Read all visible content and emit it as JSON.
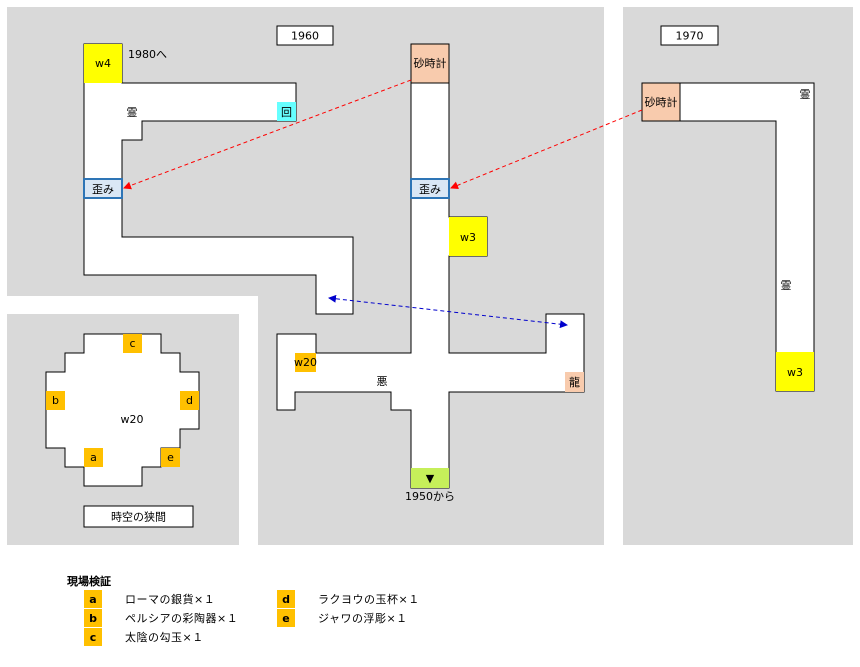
{
  "eras": {
    "era_1960": "1960",
    "era_1970": "1970"
  },
  "labels": {
    "to_1980": "1980へ",
    "from_1950": "1950から",
    "w4": "w4",
    "w3_a": "w3",
    "w3_b": "w3",
    "w20_main": "w20",
    "w20_room": "w20",
    "hourglass_a": "砂時計",
    "hourglass_b": "砂時計",
    "distortion_a": "歪み",
    "distortion_b": "歪み",
    "spirit_a": "霊",
    "spirit_b": "霊",
    "spirit_c": "霊",
    "rotate": "回",
    "evil": "悪",
    "dragon": "龍",
    "arrow_down": "▼",
    "room_title": "時空の狭間",
    "room_c": "c",
    "room_b": "b",
    "room_d": "d",
    "room_a": "a",
    "room_e": "e"
  },
  "legend": {
    "title": "現場検証",
    "items": [
      {
        "key": "a",
        "text": "ローマの銀貨×１"
      },
      {
        "key": "b",
        "text": "ペルシアの彩陶器×１"
      },
      {
        "key": "c",
        "text": "太陰の勾玉×１"
      },
      {
        "key": "d",
        "text": "ラクヨウの玉杯×１"
      },
      {
        "key": "e",
        "text": "ジャワの浮彫×１"
      }
    ]
  },
  "colors": {
    "background_panel": "#d9d9d9",
    "corridor": "#ffffff",
    "warp_yellow": "#ffff00",
    "hourglass": "#f8cbad",
    "item_orange": "#ffc000",
    "rotate_cyan": "#66ffff",
    "start_green": "#c6ef5a",
    "distortion_border": "#2e75b6",
    "warp_arrow_red": "#ff0000",
    "link_arrow_blue": "#0000cc"
  }
}
